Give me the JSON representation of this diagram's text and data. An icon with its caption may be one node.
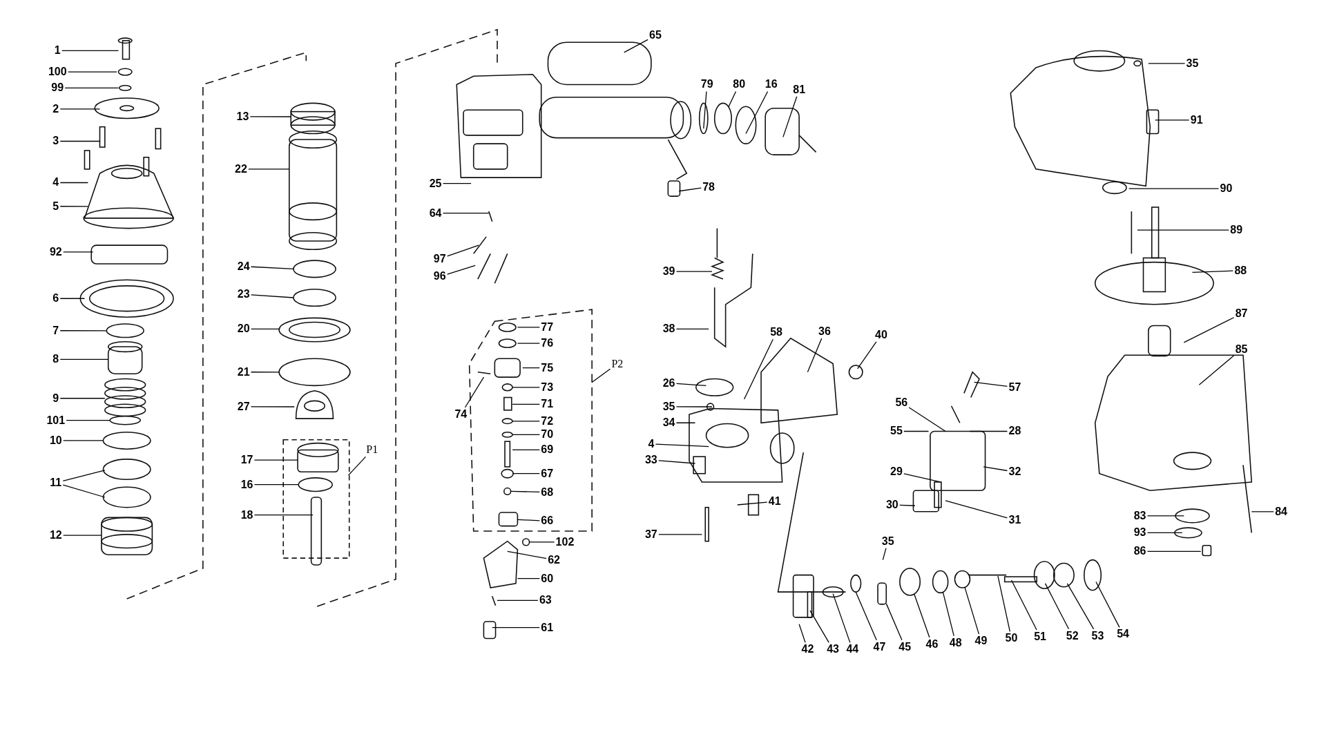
{
  "diagram": {
    "nodes": [
      {
        "text": [
          "1"
        ]
      },
      {
        "text": [
          "100"
        ]
      },
      {
        "text": [
          "99"
        ]
      },
      {
        "text": [
          "2"
        ]
      },
      {
        "text": [
          "3"
        ]
      },
      {
        "text": [
          "4"
        ]
      },
      {
        "text": [
          "5"
        ]
      },
      {
        "text": [
          "92"
        ]
      },
      {
        "text": [
          "6"
        ]
      },
      {
        "text": [
          "7"
        ]
      },
      {
        "text": [
          "8"
        ]
      },
      {
        "text": [
          "9"
        ]
      },
      {
        "text": [
          "101"
        ]
      },
      {
        "text": [
          "10"
        ]
      },
      {
        "text": [
          "11"
        ]
      },
      {
        "text": [
          "12"
        ]
      },
      {
        "text": [
          "13"
        ]
      },
      {
        "text": [
          "22"
        ]
      },
      {
        "text": [
          "24"
        ]
      },
      {
        "text": [
          "23"
        ]
      },
      {
        "text": [
          "20"
        ]
      },
      {
        "text": [
          "21"
        ]
      },
      {
        "text": [
          "27"
        ]
      },
      {
        "text": [
          "17"
        ]
      },
      {
        "text": [
          "16"
        ]
      },
      {
        "text": [
          "18"
        ]
      },
      {
        "text": [
          "P1"
        ]
      },
      {
        "text": [
          "65"
        ]
      },
      {
        "text": [
          "25"
        ]
      },
      {
        "text": [
          "64"
        ]
      },
      {
        "text": [
          "97"
        ]
      },
      {
        "text": [
          "96"
        ]
      },
      {
        "text": [
          "79"
        ]
      },
      {
        "text": [
          "80"
        ]
      },
      {
        "text": [
          "16"
        ]
      },
      {
        "text": [
          "81"
        ]
      },
      {
        "text": [
          "78"
        ]
      },
      {
        "text": [
          "P2"
        ]
      },
      {
        "text": [
          "77"
        ]
      },
      {
        "text": [
          "76"
        ]
      },
      {
        "text": [
          "75"
        ]
      },
      {
        "text": [
          "74"
        ]
      },
      {
        "text": [
          "73"
        ]
      },
      {
        "text": [
          "71"
        ]
      },
      {
        "text": [
          "72"
        ]
      },
      {
        "text": [
          "70"
        ]
      },
      {
        "text": [
          "69"
        ]
      },
      {
        "text": [
          "67"
        ]
      },
      {
        "text": [
          "68"
        ]
      },
      {
        "text": [
          "66"
        ]
      },
      {
        "text": [
          "102"
        ]
      },
      {
        "text": [
          "62"
        ]
      },
      {
        "text": [
          "60"
        ]
      },
      {
        "text": [
          "63"
        ]
      },
      {
        "text": [
          "61"
        ]
      },
      {
        "text": [
          "39"
        ]
      },
      {
        "text": [
          "38"
        ]
      },
      {
        "text": [
          "26"
        ]
      },
      {
        "text": [
          "35"
        ]
      },
      {
        "text": [
          "34"
        ]
      },
      {
        "text": [
          "4"
        ]
      },
      {
        "text": [
          "33"
        ]
      },
      {
        "text": [
          "37"
        ]
      },
      {
        "text": [
          "41"
        ]
      },
      {
        "text": [
          "58"
        ]
      },
      {
        "text": [
          "36"
        ]
      },
      {
        "text": [
          "40"
        ]
      },
      {
        "text": [
          "57"
        ]
      },
      {
        "text": [
          "56"
        ]
      },
      {
        "text": [
          "55"
        ]
      },
      {
        "text": [
          "28"
        ]
      },
      {
        "text": [
          "32"
        ]
      },
      {
        "text": [
          "29"
        ]
      },
      {
        "text": [
          "30"
        ]
      },
      {
        "text": [
          "31"
        ]
      },
      {
        "text": [
          "35"
        ]
      },
      {
        "text": [
          "42"
        ]
      },
      {
        "text": [
          "43"
        ]
      },
      {
        "text": [
          "44"
        ]
      },
      {
        "text": [
          "47"
        ]
      },
      {
        "text": [
          "45"
        ]
      },
      {
        "text": [
          "46"
        ]
      },
      {
        "text": [
          "48"
        ]
      },
      {
        "text": [
          "49"
        ]
      },
      {
        "text": [
          "50"
        ]
      },
      {
        "text": [
          "51"
        ]
      },
      {
        "text": [
          "52"
        ]
      },
      {
        "text": [
          "53"
        ]
      },
      {
        "text": [
          "54"
        ]
      },
      {
        "text": [
          "35"
        ]
      },
      {
        "text": [
          "91"
        ]
      },
      {
        "text": [
          "90"
        ]
      },
      {
        "text": [
          "89"
        ]
      },
      {
        "text": [
          "88"
        ]
      },
      {
        "text": [
          "87"
        ]
      },
      {
        "text": [
          "85"
        ]
      },
      {
        "text": [
          "84"
        ]
      },
      {
        "text": [
          "83"
        ]
      },
      {
        "text": [
          "93"
        ]
      },
      {
        "text": [
          "86"
        ]
      },
      {
        "text": [],
        "shape": "circle"
      },
      {
        "text": [],
        "shape": "box"
      },
      {
        "text": [],
        "shape": "circle"
      },
      {
        "text": [],
        "shape": "circle"
      },
      {
        "text": [],
        "shape": "box"
      },
      {
        "text": [],
        "shape": "circle"
      },
      {
        "text": [],
        "shape": "circle"
      }
    ],
    "edges": [
      {
        "from": 0,
        "to": null,
        "arrow": "none"
      },
      {
        "from": 1,
        "to": null,
        "arrow": "none"
      },
      {
        "from": 2,
        "to": null,
        "arrow": "none"
      },
      {
        "from": 3,
        "to": null,
        "arrow": "none"
      },
      {
        "from": 4,
        "to": null,
        "arrow": "none"
      },
      {
        "from": 5,
        "to": null,
        "arrow": "none"
      },
      {
        "from": 6,
        "to": null,
        "arrow": "none"
      },
      {
        "from": 7,
        "to": null,
        "arrow": "none"
      },
      {
        "from": 8,
        "to": null,
        "arrow": "none"
      },
      {
        "from": 9,
        "to": null,
        "arrow": "none"
      },
      {
        "from": 10,
        "to": null,
        "arrow": "none"
      },
      {
        "from": 11,
        "to": null,
        "arrow": "none"
      },
      {
        "from": 12,
        "to": null,
        "arrow": "none"
      },
      {
        "from": 13,
        "to": null,
        "arrow": "none"
      },
      {
        "from": 14,
        "to": null,
        "arrow": "none"
      },
      {
        "from": 14,
        "to": null,
        "arrow": "none"
      },
      {
        "from": 15,
        "to": null,
        "arrow": "none"
      },
      {
        "from": 16,
        "to": null,
        "arrow": "none"
      },
      {
        "from": 17,
        "to": null,
        "arrow": "none"
      },
      {
        "from": 18,
        "to": null,
        "arrow": "none"
      },
      {
        "from": 19,
        "to": null,
        "arrow": "none"
      },
      {
        "from": 20,
        "to": null,
        "arrow": "none"
      },
      {
        "from": 21,
        "to": null,
        "arrow": "none"
      },
      {
        "from": 22,
        "to": null,
        "arrow": "none"
      },
      {
        "from": 23,
        "to": null,
        "arrow": "none"
      },
      {
        "from": 24,
        "to": null,
        "arrow": "none"
      },
      {
        "from": 25,
        "to": null,
        "arrow": "none"
      },
      {
        "from": 26,
        "to": null,
        "arrow": "none"
      },
      {
        "from": 27,
        "to": null,
        "arrow": "none"
      },
      {
        "from": 28,
        "to": null,
        "arrow": "none"
      },
      {
        "from": 29,
        "to": null,
        "arrow": "none"
      },
      {
        "from": 30,
        "to": null,
        "arrow": "none"
      },
      {
        "from": 31,
        "to": null,
        "arrow": "none"
      },
      {
        "from": 32,
        "to": null,
        "arrow": "none"
      },
      {
        "from": 33,
        "to": 100,
        "arrow": "none"
      },
      {
        "from": 34,
        "to": null,
        "arrow": "none"
      },
      {
        "from": 35,
        "to": null,
        "arrow": "none"
      },
      {
        "from": 36,
        "to": null,
        "arrow": "none"
      },
      {
        "from": 37,
        "to": null,
        "arrow": "none"
      },
      {
        "from": 38,
        "to": null,
        "arrow": "none"
      },
      {
        "from": 39,
        "to": null,
        "arrow": "none"
      },
      {
        "from": 40,
        "to": null,
        "arrow": "none"
      },
      {
        "from": 41,
        "to": null,
        "arrow": "none"
      },
      {
        "from": 42,
        "to": null,
        "arrow": "none"
      },
      {
        "from": 43,
        "to": null,
        "arrow": "none"
      },
      {
        "from": 44,
        "to": null,
        "arrow": "none"
      },
      {
        "from": 45,
        "to": null,
        "arrow": "none"
      },
      {
        "from": 46,
        "to": null,
        "arrow": "none"
      },
      {
        "from": 47,
        "to": null,
        "arrow": "none"
      },
      {
        "from": 48,
        "to": null,
        "arrow": "none"
      },
      {
        "from": 49,
        "to": 101,
        "arrow": "none"
      },
      {
        "from": 50,
        "to": 102,
        "arrow": "none"
      },
      {
        "from": 51,
        "to": null,
        "arrow": "none"
      },
      {
        "from": 52,
        "to": null,
        "arrow": "none"
      },
      {
        "from": 53,
        "to": null,
        "arrow": "none"
      },
      {
        "from": 54,
        "to": null,
        "arrow": "none"
      },
      {
        "from": 55,
        "to": null,
        "arrow": "none"
      },
      {
        "from": 56,
        "to": null,
        "arrow": "none"
      },
      {
        "from": 57,
        "to": null,
        "arrow": "none"
      },
      {
        "from": 58,
        "to": null,
        "arrow": "none"
      },
      {
        "from": 59,
        "to": null,
        "arrow": "none"
      },
      {
        "from": 60,
        "to": null,
        "arrow": "none"
      },
      {
        "from": 61,
        "to": null,
        "arrow": "none"
      },
      {
        "from": 62,
        "to": null,
        "arrow": "none"
      },
      {
        "from": 63,
        "to": null,
        "arrow": "none"
      },
      {
        "from": 64,
        "to": null,
        "arrow": "none"
      },
      {
        "from": 65,
        "to": null,
        "arrow": "none"
      },
      {
        "from": 66,
        "to": null,
        "arrow": "none"
      },
      {
        "from": 67,
        "to": null,
        "arrow": "none"
      },
      {
        "from": 68,
        "to": null,
        "arrow": "none"
      },
      {
        "from": 69,
        "to": null,
        "arrow": "none"
      },
      {
        "from": 70,
        "to": null,
        "arrow": "none"
      },
      {
        "from": 71,
        "to": null,
        "arrow": "none"
      },
      {
        "from": 72,
        "to": null,
        "arrow": "none"
      },
      {
        "from": 73,
        "to": null,
        "arrow": "none"
      },
      {
        "from": 74,
        "to": null,
        "arrow": "none"
      },
      {
        "from": 75,
        "to": null,
        "arrow": "none"
      },
      {
        "from": 76,
        "to": null,
        "arrow": "none"
      },
      {
        "from": 77,
        "to": null,
        "arrow": "none"
      },
      {
        "from": 78,
        "to": null,
        "arrow": "none"
      },
      {
        "from": 79,
        "to": null,
        "arrow": "none"
      },
      {
        "from": 80,
        "to": 104,
        "arrow": "none"
      },
      {
        "from": 81,
        "to": 103,
        "arrow": "none"
      },
      {
        "from": 82,
        "to": 105,
        "arrow": "none"
      },
      {
        "from": 83,
        "to": 106,
        "arrow": "none"
      },
      {
        "from": 84,
        "to": null,
        "arrow": "none"
      },
      {
        "from": 85,
        "to": null,
        "arrow": "none"
      },
      {
        "from": 86,
        "to": null,
        "arrow": "none"
      },
      {
        "from": 87,
        "to": null,
        "arrow": "none"
      },
      {
        "from": 88,
        "to": null,
        "arrow": "none"
      },
      {
        "from": 89,
        "to": null,
        "arrow": "none"
      },
      {
        "from": 90,
        "to": null,
        "arrow": "none"
      },
      {
        "from": 91,
        "to": null,
        "arrow": "none"
      },
      {
        "from": 92,
        "to": null,
        "arrow": "none"
      },
      {
        "from": 93,
        "to": null,
        "arrow": "none"
      },
      {
        "from": 94,
        "to": null,
        "arrow": "none"
      },
      {
        "from": 95,
        "to": null,
        "arrow": "none"
      },
      {
        "from": 96,
        "to": null,
        "arrow": "none"
      },
      {
        "from": 97,
        "to": null,
        "arrow": "none"
      },
      {
        "from": 98,
        "to": null,
        "arrow": "none"
      },
      {
        "from": 99,
        "to": null,
        "arrow": "none"
      }
    ]
  }
}
